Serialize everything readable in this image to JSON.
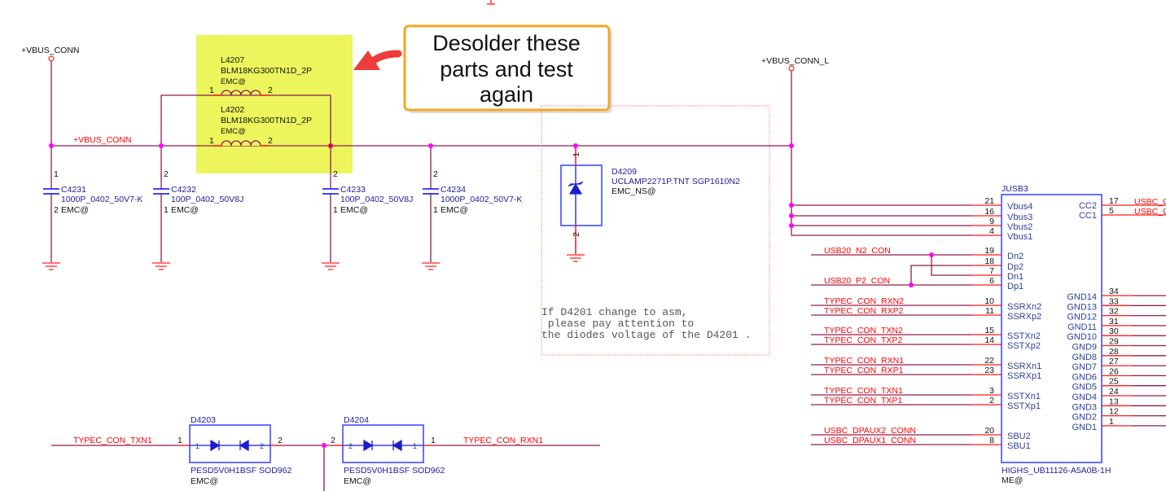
{
  "colors": {
    "highlight": "#ecf55c",
    "callout_border": "#f5a623",
    "arrow": "#ee3b3b",
    "wire": "#8e1f52",
    "net_label": "#ff0000",
    "part_text": "#1c1c9c",
    "junction": "#ff00ff"
  },
  "callout": {
    "lines": [
      "Desolder these",
      "parts and test",
      "again"
    ]
  },
  "nets": {
    "vbus_conn_port": "+VBUS_CONN",
    "vbus_conn_wire": "+VBUS_CONN",
    "vbus_conn_l_port": "+VBUS_CONN_L",
    "txn1": "TYPEC_CON_TXN1",
    "rxn1": "TYPEC_CON_RXN1"
  },
  "inductors": [
    {
      "ref": "L4207",
      "value": "BLM18KG300TN1D_2P",
      "variant": "EMC@",
      "pin1": "1",
      "pin2": "2"
    },
    {
      "ref": "L4202",
      "value": "BLM18KG300TN1D_2P",
      "variant": "EMC@",
      "pin1": "1",
      "pin2": "2"
    }
  ],
  "capacitors": [
    {
      "ref": "C4231",
      "value": "1000P_0402_50V7-K",
      "variant": "EMC@",
      "pin_top": "1",
      "pin_bottom": "2"
    },
    {
      "ref": "C4232",
      "value": "100P_0402_50V8J",
      "variant": "EMC@",
      "pin_top": "2",
      "pin_bottom": "1"
    },
    {
      "ref": "C4233",
      "value": "100P_0402_50V8J",
      "variant": "EMC@",
      "pin_top": "2",
      "pin_bottom": "1"
    },
    {
      "ref": "C4234",
      "value": "1000P_0402_50V7-K",
      "variant": "EMC@",
      "pin_top": "2",
      "pin_bottom": "1"
    }
  ],
  "tvs": {
    "ref": "D4209",
    "value": "UCLAMP2271P.TNT SGP1610N2",
    "variant": "EMC_NS@",
    "pin1": "1",
    "pin2": "2"
  },
  "note": [
    "If D4201 change to asm,",
    " please pay attention to",
    "the diodes voltage of the D4201 ."
  ],
  "connector": {
    "ref": "JUSB3",
    "part": "HIGHS_UB11126-A5A0B-1H",
    "variant": "ME@",
    "left_pins": [
      {
        "num": "21",
        "name": "Vbus4",
        "net": ""
      },
      {
        "num": "16",
        "name": "Vbus3",
        "net": ""
      },
      {
        "num": "9",
        "name": "Vbus2",
        "net": ""
      },
      {
        "num": "4",
        "name": "Vbus1",
        "net": ""
      },
      {
        "num": "19",
        "name": "Dn2",
        "net": "USB20_N2_CON"
      },
      {
        "num": "18",
        "name": "Dp2",
        "net": ""
      },
      {
        "num": "7",
        "name": "Dn1",
        "net": ""
      },
      {
        "num": "6",
        "name": "Dp1",
        "net": "USB20_P2_CON"
      },
      {
        "num": "10",
        "name": "SSRXn2",
        "net": "TYPEC_CON_RXN2"
      },
      {
        "num": "11",
        "name": "SSRXp2",
        "net": "TYPEC_CON_RXP2"
      },
      {
        "num": "15",
        "name": "SSTXn2",
        "net": "TYPEC_CON_TXN2"
      },
      {
        "num": "14",
        "name": "SSTXp2",
        "net": "TYPEC_CON_TXP2"
      },
      {
        "num": "22",
        "name": "SSRXn1",
        "net": "TYPEC_CON_RXN1"
      },
      {
        "num": "23",
        "name": "SSRXp1",
        "net": "TYPEC_CON_RXP1"
      },
      {
        "num": "3",
        "name": "SSTXn1",
        "net": "TYPEC_CON_TXN1"
      },
      {
        "num": "2",
        "name": "SSTXp1",
        "net": "TYPEC_CON_TXP1"
      },
      {
        "num": "20",
        "name": "SBU2",
        "net": "USBC_DPAUX2_CONN"
      },
      {
        "num": "8",
        "name": "SBU1",
        "net": "USBC_DPAUX1_CONN"
      }
    ],
    "right_pins": [
      {
        "num": "17",
        "name": "CC2",
        "net": "USBC_C"
      },
      {
        "num": "5",
        "name": "CC1",
        "net": "USBC_C"
      },
      {
        "num": "34",
        "name": "GND14",
        "net": ""
      },
      {
        "num": "33",
        "name": "GND13",
        "net": ""
      },
      {
        "num": "32",
        "name": "GND12",
        "net": ""
      },
      {
        "num": "31",
        "name": "GND11",
        "net": ""
      },
      {
        "num": "30",
        "name": "GND10",
        "net": ""
      },
      {
        "num": "29",
        "name": "GND9",
        "net": ""
      },
      {
        "num": "28",
        "name": "GND8",
        "net": ""
      },
      {
        "num": "27",
        "name": "GND7",
        "net": ""
      },
      {
        "num": "26",
        "name": "GND6",
        "net": ""
      },
      {
        "num": "25",
        "name": "GND5",
        "net": ""
      },
      {
        "num": "24",
        "name": "GND4",
        "net": ""
      },
      {
        "num": "13",
        "name": "GND3",
        "net": ""
      },
      {
        "num": "12",
        "name": "GND2",
        "net": ""
      },
      {
        "num": "1",
        "name": "GND1",
        "net": ""
      }
    ]
  },
  "esd": [
    {
      "ref": "D4203",
      "value": "PESD5V0H1BSF SOD962",
      "variant": "EMC@",
      "pin_left": "1",
      "pin_right": "2",
      "inner_left": "1",
      "inner_right": "2"
    },
    {
      "ref": "D4204",
      "value": "PESD5V0H1BSF SOD962",
      "variant": "EMC@",
      "pin_left": "2",
      "pin_right": "1",
      "inner_left": "2",
      "inner_right": "1"
    }
  ]
}
